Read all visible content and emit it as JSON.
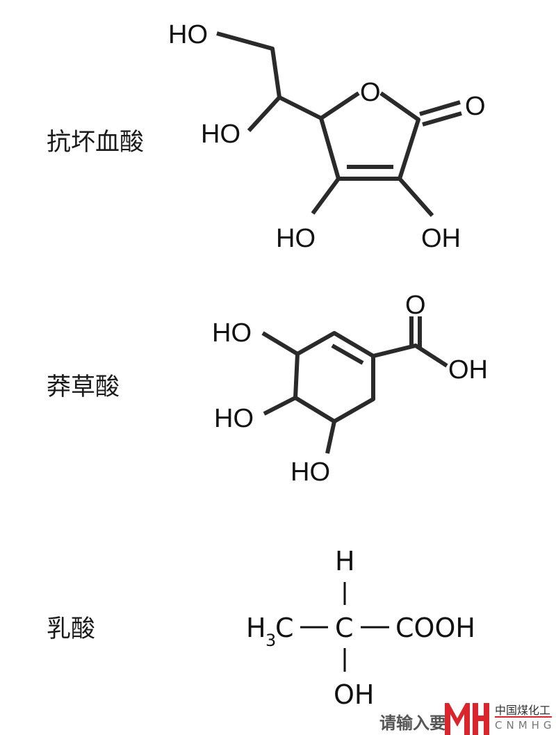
{
  "compounds": [
    {
      "name": "抗坏血酸",
      "labels": {
        "ho_top": "HO",
        "ho_side": "HO",
        "ring_o": "O",
        "carbonyl_o": "O",
        "ho_bottom": "HO",
        "oh_bottom": "OH"
      }
    },
    {
      "name": "莽草酸",
      "labels": {
        "ho_1": "HO",
        "ho_2": "HO",
        "ho_3": "HO",
        "carbonyl_o": "O",
        "oh": "OH"
      }
    },
    {
      "name": "乳酸",
      "labels": {
        "h": "H",
        "h3c_h": "H",
        "h3c_sub": "3",
        "h3c_c": "C",
        "center_c": "C",
        "cooh": "COOH",
        "oh": "OH"
      }
    }
  ],
  "watermark": {
    "input_hint": "请输入要",
    "logo": "MH",
    "org_cn": "中国煤化工",
    "org_en": "CNMHG",
    "logo_color": "#d9252b"
  }
}
